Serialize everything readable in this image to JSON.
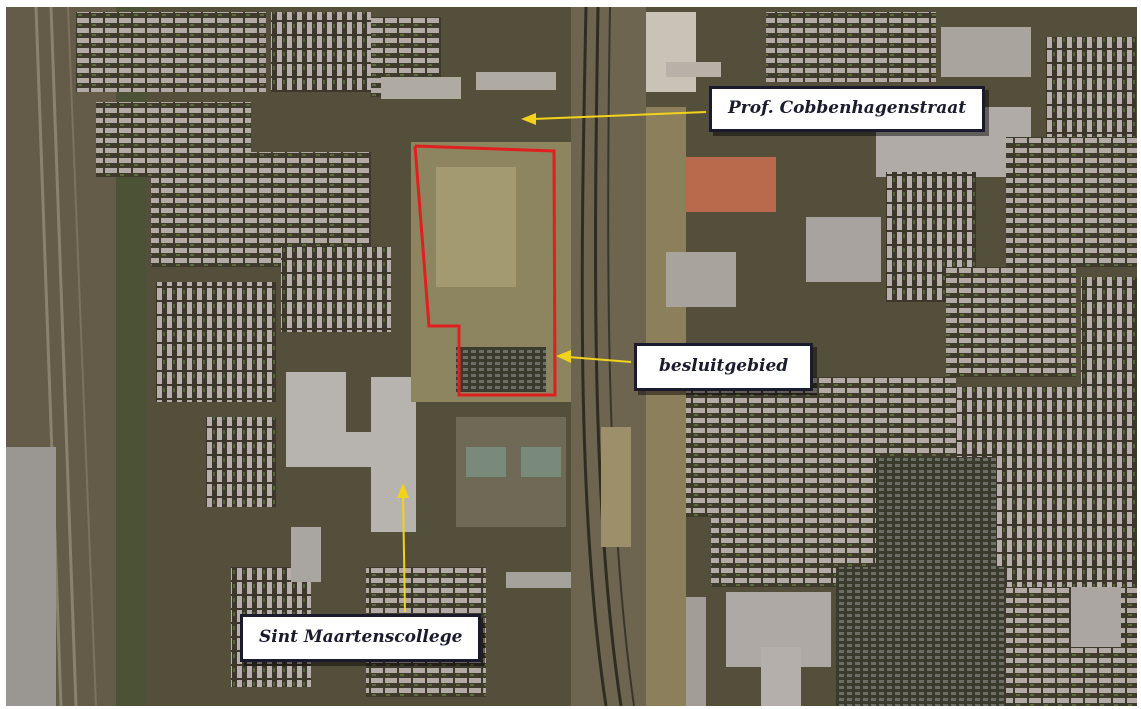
{
  "map": {
    "labels": {
      "street": "Prof. Cobbenhagenstraat",
      "area": "besluitgebied",
      "school": "Sint Maartenscollege"
    },
    "colors": {
      "callout_arrow": "#f2d21a",
      "boundary": "#e0201e",
      "callout_border": "#1b1b2e"
    }
  }
}
